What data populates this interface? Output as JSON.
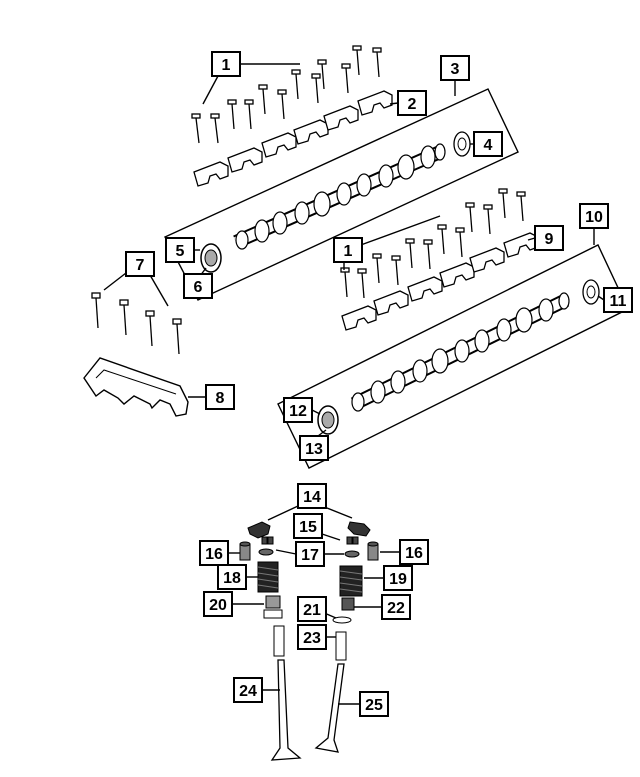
{
  "diagram": {
    "callouts": [
      "1",
      "2",
      "3",
      "4",
      "5",
      "6",
      "7",
      "8",
      "1",
      "9",
      "10",
      "11",
      "12",
      "13",
      "14",
      "15",
      "16",
      "17",
      "16",
      "18",
      "19",
      "20",
      "21",
      "22",
      "23",
      "24",
      "25"
    ]
  }
}
